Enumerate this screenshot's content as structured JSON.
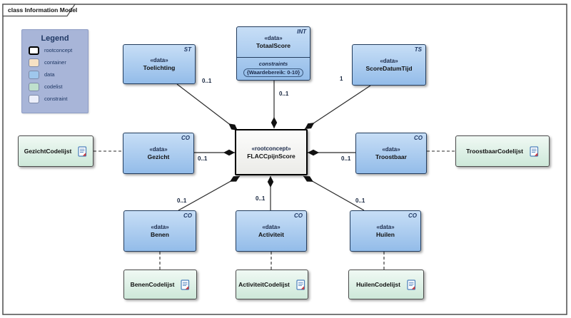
{
  "frame": {
    "title": "class Information Model"
  },
  "legend": {
    "title": "Legend",
    "items": [
      {
        "label": "rootconcept"
      },
      {
        "label": "container"
      },
      {
        "label": "data"
      },
      {
        "label": "codelist"
      },
      {
        "label": "constraint"
      }
    ],
    "colors": {
      "rootconcept": "#ffffff",
      "container": "#f6e1c4",
      "data": "#9fc7ec",
      "codelist": "#bfe0cd",
      "constraint": "#eceffa",
      "background": "#a8b5d8"
    }
  },
  "nodes": {
    "toelichting": {
      "stereotype": "«data»",
      "name": "Toelichting",
      "type_tag": "ST"
    },
    "totaalScore": {
      "stereotype": "«data»",
      "name": "TotaalScore",
      "type_tag": "INT",
      "constraints_heading": "constraints",
      "constraint": "{Waardebereik: 0-10}"
    },
    "scoreDatumTijd": {
      "stereotype": "«data»",
      "name": "ScoreDatumTijd",
      "type_tag": "TS"
    },
    "flaccpijnScore": {
      "stereotype": "«rootconcept»",
      "name": "FLACCpijnScore"
    },
    "gezicht": {
      "stereotype": "«data»",
      "name": "Gezicht",
      "type_tag": "CO"
    },
    "troostbaar": {
      "stereotype": "«data»",
      "name": "Troostbaar",
      "type_tag": "CO"
    },
    "benen": {
      "stereotype": "«data»",
      "name": "Benen",
      "type_tag": "CO"
    },
    "activiteit": {
      "stereotype": "«data»",
      "name": "Activiteit",
      "type_tag": "CO"
    },
    "huilen": {
      "stereotype": "«data»",
      "name": "Huilen",
      "type_tag": "CO"
    },
    "gezichtCodelijst": {
      "name": "GezichtCodelijst"
    },
    "troostbaarCodelijst": {
      "name": "TroostbaarCodelijst"
    },
    "benenCodelijst": {
      "name": "BenenCodelijst"
    },
    "activiteitCodelijst": {
      "name": "ActiviteitCodelijst"
    },
    "huilenCodelijst": {
      "name": "HuilenCodelijst"
    }
  },
  "multiplicities": {
    "toelichting": "0..1",
    "totaalScore": "0..1",
    "scoreDatumTijd": "1",
    "gezicht": "0..1",
    "troostbaar": "0..1",
    "benen": "0..1",
    "activiteit": "0..1",
    "huilen": "0..1"
  }
}
